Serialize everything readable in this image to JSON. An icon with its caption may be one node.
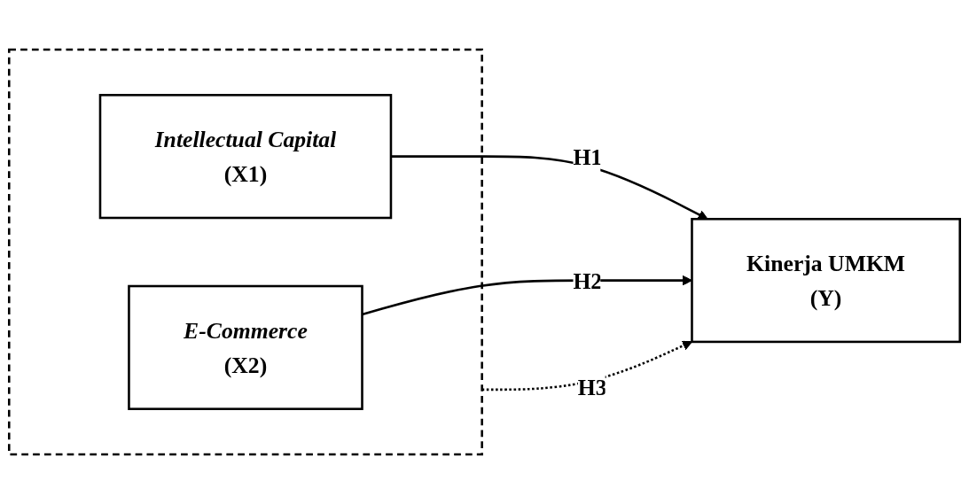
{
  "diagram": {
    "nodes": [
      {
        "text": [],
        "shape": "box"
      },
      {
        "text": [
          "Intellectual Capital",
          "(X1)"
        ],
        "in": 0
      },
      {
        "text": [
          "E-Commerce",
          "(X2)"
        ],
        "in": 0
      },
      {
        "text": [
          "Kinerja UMKM",
          "(Y)"
        ]
      }
    ],
    "edges": [
      {
        "from": 1,
        "to": 3,
        "arrow": "to",
        "label": "H1"
      },
      {
        "from": 2,
        "to": 3,
        "arrow": "to",
        "label": "H2"
      },
      {
        "from": 0,
        "to": 3,
        "arrow": "to",
        "label": "H3",
        "style": "dashed"
      }
    ]
  }
}
